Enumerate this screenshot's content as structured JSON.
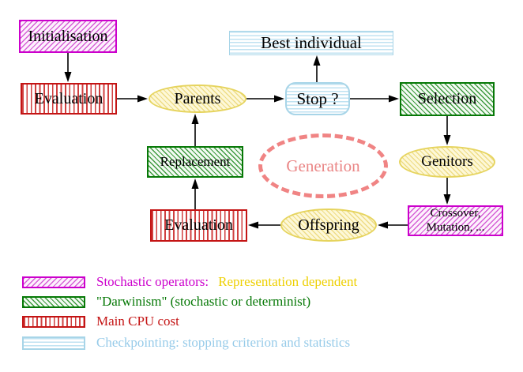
{
  "diagram": {
    "nodes": {
      "initialisation": {
        "label": "Initialisation"
      },
      "evaluation_top": {
        "label": "Evaluation"
      },
      "best_individual": {
        "label": "Best individual"
      },
      "parents": {
        "label": "Parents"
      },
      "stop": {
        "label": "Stop ?"
      },
      "selection": {
        "label": "Selection"
      },
      "replacement": {
        "label": "Replacement"
      },
      "generation": {
        "label": "Generation"
      },
      "genitors": {
        "label": "Genitors"
      },
      "offspring": {
        "label": "Offspring"
      },
      "evaluation_bottom": {
        "label": "Evaluation"
      },
      "crossover_mutation": {
        "line1": "Crossover,",
        "line2": "Mutation, ..."
      }
    },
    "colors": {
      "magenta": "#cc00cc",
      "green": "#067806",
      "red": "#c41414",
      "light_blue": "#a8d5e8",
      "light_blue_text": "#97cbe9",
      "yellow_border": "#e6d45e",
      "yellow_fill": "#fdf8d8",
      "gold_text": "#eed002",
      "salmon": "#f08484",
      "arrow": "#000000"
    }
  },
  "legend": {
    "items": [
      {
        "swatch": "magenta-hatch-swatch",
        "label": "Stochastic operators:",
        "label2": "Representation dependent"
      },
      {
        "swatch": "green-hatch-swatch",
        "label": "\"Darwinism\" (stochastic or determinist)"
      },
      {
        "swatch": "red-stripes-swatch",
        "label": "Main CPU cost"
      },
      {
        "swatch": "blue-stripes-swatch",
        "label": "Checkpointing: stopping criterion and statistics"
      }
    ]
  }
}
